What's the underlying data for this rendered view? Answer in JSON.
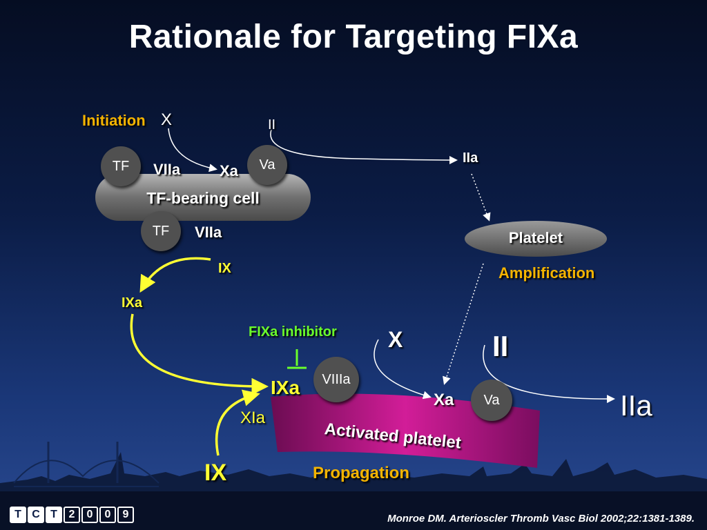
{
  "title": "Rationale for Targeting FIXa",
  "labels": {
    "initiation": "Initiation",
    "x_top": "X",
    "ii_top": "II",
    "tf1": "TF",
    "viia1": "VIIa",
    "xa_top": "Xa",
    "va_top": "Va",
    "iia_top": "IIa",
    "tf_cell": "TF-bearing cell",
    "tf2": "TF",
    "viia2": "VIIa",
    "platelet": "Platelet",
    "amplification": "Amplification",
    "ix_mid": "IX",
    "ixa_mid": "IXa",
    "fixa_inhibitor": "FIXa inhibitor",
    "x_bottom": "X",
    "ii_bottom": "II",
    "viiia": "VIIIa",
    "ixa_main": "IXa",
    "xa_bottom": "Xa",
    "va_bottom": "Va",
    "iia_bottom": "IIa",
    "xia": "XIa",
    "activated_platelet": "Activated platelet",
    "ix_bottom": "IX",
    "propagation": "Propagation"
  },
  "citation": "Monroe DM. Arterioscler Thromb Vasc Biol 2002;22:1381-1389.",
  "logo": [
    "T",
    "C",
    "T",
    "2",
    "0",
    "0",
    "9"
  ],
  "colors": {
    "initiation_label": "#f5b400",
    "inhibitor_label": "#6bff2b",
    "yellow_arrows": "#ffff33",
    "activated_platelet": "#c0168c",
    "factor_circles": "#505050"
  }
}
